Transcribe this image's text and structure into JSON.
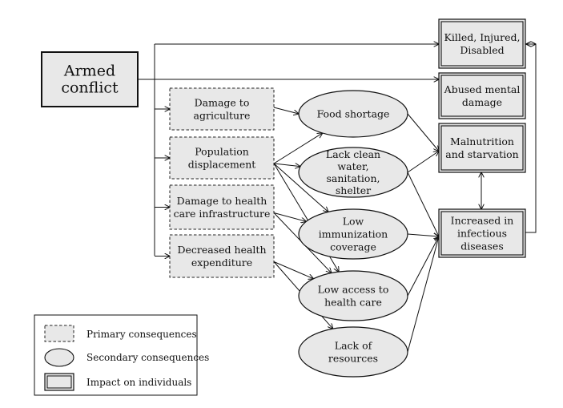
{
  "diagram": {
    "source": {
      "id": "armed-conflict",
      "lines": [
        "Armed",
        "conflict"
      ]
    },
    "primary": [
      {
        "id": "damage-to-agriculture",
        "lines": [
          "Damage to",
          "agriculture"
        ]
      },
      {
        "id": "population-displacement",
        "lines": [
          "Population",
          "displacement"
        ]
      },
      {
        "id": "damage-to-health-care-infrastructure",
        "lines": [
          "Damage to health",
          "care infrastructure"
        ]
      },
      {
        "id": "decreased-health-expenditure",
        "lines": [
          "Decreased health",
          "expenditure"
        ]
      }
    ],
    "secondary": [
      {
        "id": "food-shortage",
        "lines": [
          "Food shortage"
        ]
      },
      {
        "id": "lack-clean-water",
        "lines": [
          "Lack clean",
          "water,",
          "sanitation,",
          "shelter"
        ]
      },
      {
        "id": "low-immunization-coverage",
        "lines": [
          "Low",
          "immunization",
          "coverage"
        ]
      },
      {
        "id": "low-access-to-health-care",
        "lines": [
          "Low access to",
          "health care"
        ]
      },
      {
        "id": "lack-of-resources",
        "lines": [
          "Lack of",
          "resources"
        ]
      }
    ],
    "impacts": [
      {
        "id": "killed-injured-disabled",
        "lines": [
          "Killed, Injured,",
          "Disabled"
        ]
      },
      {
        "id": "abused-mental-damage",
        "lines": [
          "Abused mental",
          "damage"
        ]
      },
      {
        "id": "malnutrition-and-starvation",
        "lines": [
          "Malnutrition",
          "and starvation"
        ]
      },
      {
        "id": "increased-infectious-diseases",
        "lines": [
          "Increased in",
          "infectious",
          "diseases"
        ]
      }
    ],
    "edges": [
      [
        "damage-to-agriculture",
        "food-shortage"
      ],
      [
        "population-displacement",
        "food-shortage"
      ],
      [
        "population-displacement",
        "lack-clean-water"
      ],
      [
        "population-displacement",
        "low-immunization-coverage"
      ],
      [
        "population-displacement",
        "low-access-to-health-care"
      ],
      [
        "damage-to-health-care-infrastructure",
        "low-immunization-coverage"
      ],
      [
        "damage-to-health-care-infrastructure",
        "low-access-to-health-care"
      ],
      [
        "decreased-health-expenditure",
        "low-access-to-health-care"
      ],
      [
        "decreased-health-expenditure",
        "lack-of-resources"
      ],
      [
        "food-shortage",
        "malnutrition-and-starvation"
      ],
      [
        "lack-clean-water",
        "malnutrition-and-starvation"
      ],
      [
        "lack-clean-water",
        "increased-infectious-diseases"
      ],
      [
        "low-immunization-coverage",
        "increased-infectious-diseases"
      ],
      [
        "low-access-to-health-care",
        "increased-infectious-diseases"
      ],
      [
        "lack-of-resources",
        "increased-infectious-diseases"
      ]
    ]
  },
  "legend": {
    "primary": "Primary consequences",
    "secondary": "Secondary consequences",
    "impact": "Impact on individuals"
  }
}
